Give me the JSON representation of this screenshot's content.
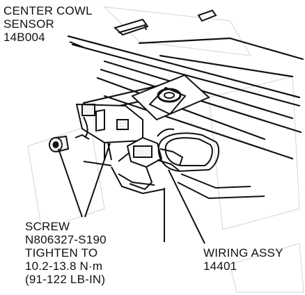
{
  "callouts": {
    "sensor": {
      "lines": [
        "CENTER COWL",
        "SENSOR",
        "14B004"
      ]
    },
    "screw": {
      "lines": [
        "SCREW",
        "N806327-S190",
        "TIGHTEN TO",
        "10.2-13.8 N·m",
        "(91-122 LB-IN)"
      ]
    },
    "wiring": {
      "lines": [
        "WIRING ASSY",
        "14401"
      ]
    }
  },
  "colors": {
    "ink": "#111111",
    "paper": "#ffffff",
    "shade": "#bdbdbd"
  }
}
